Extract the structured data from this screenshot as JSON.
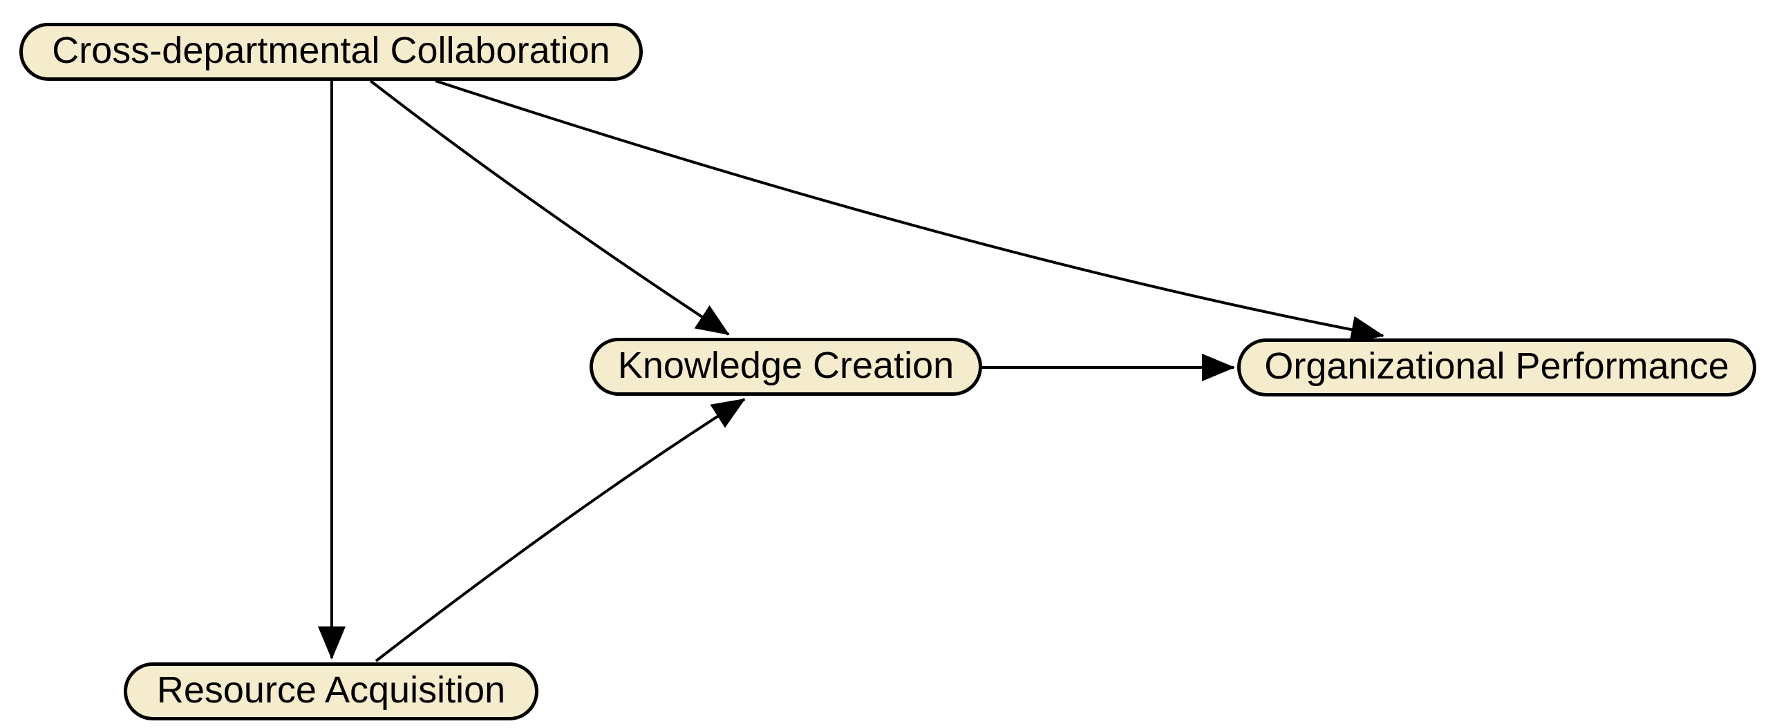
{
  "diagram": {
    "type": "directed-graph",
    "colors": {
      "background": "#ffffff",
      "node_fill": "#f4eccc",
      "node_border": "#000000",
      "edge": "#000000",
      "text": "#000000"
    },
    "nodes": [
      {
        "id": "cdc",
        "label": "Cross-departmental Collaboration"
      },
      {
        "id": "kc",
        "label": "Knowledge Creation"
      },
      {
        "id": "op",
        "label": "Organizational Performance"
      },
      {
        "id": "ra",
        "label": "Resource Acquisition"
      }
    ],
    "edges": [
      {
        "from": "Cross-departmental Collaboration",
        "to": "Resource Acquisition"
      },
      {
        "from": "Cross-departmental Collaboration",
        "to": "Knowledge Creation"
      },
      {
        "from": "Cross-departmental Collaboration",
        "to": "Organizational Performance"
      },
      {
        "from": "Resource Acquisition",
        "to": "Knowledge Creation"
      },
      {
        "from": "Knowledge Creation",
        "to": "Organizational Performance"
      }
    ]
  }
}
